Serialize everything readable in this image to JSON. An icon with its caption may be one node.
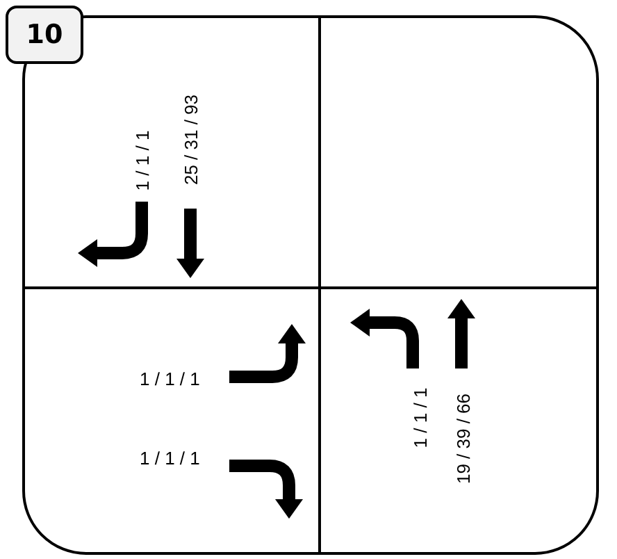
{
  "diagram": {
    "nodes": [
      {
        "text": [
          "10"
        ]
      }
    ],
    "labels": [
      "1 / 1 / 1",
      "25 / 31 / 93",
      "1 / 1 / 1",
      "1 / 1 / 1",
      "1 / 1 / 1",
      "19 / 39 / 66"
    ]
  }
}
